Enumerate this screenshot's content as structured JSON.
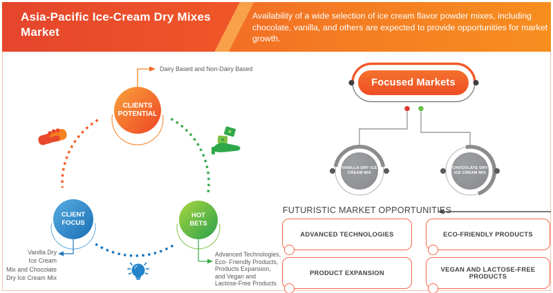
{
  "header": {
    "title": "Asia-Pacific Ice-Cream Dry Mixes Market",
    "subtitle": "Availability of a wide selection of ice cream flavor powder mixes, including chocolate, vanilla, and others are expected to provide opportunities for market growth."
  },
  "cycle": {
    "nodes": [
      {
        "line1": "CLIENTS",
        "line2": "POTENTIAL",
        "color": "#ee4424"
      },
      {
        "line1": "CLIENT",
        "line2": "FOCUS",
        "color": "#1a6fb5"
      },
      {
        "line1": "HOT",
        "line2": "BETS",
        "color": "#2aa04b"
      }
    ],
    "annotation_top": "Dairy Based and Non-Dairy Based",
    "annotation_left": [
      "Vanilla Dry",
      "Ice Cream",
      "Mix and Chocolate",
      "Dry Ice Cream Mix"
    ],
    "annotation_right": [
      "Advanced Technologies,",
      "Eco- Friendly Products,",
      "Products Expansion,",
      "and Vegan and",
      "Lactose-Free Products"
    ],
    "icons": [
      "handshake-icon",
      "money-in-hand-icon",
      "lightbulb-icon"
    ]
  },
  "focused_markets": {
    "title": "Focused Markets",
    "children": [
      {
        "line1": "VANILLA DRY ICE",
        "line2": "CREAM MIX"
      },
      {
        "line1": "CHOCOLATE DRY",
        "line2": "ICE CREAM MIX"
      }
    ]
  },
  "opportunities": {
    "heading": "FUTURISTIC MARKET OPPORTUNITIES",
    "items": [
      "ADVANCED TECHNOLOGIES",
      "ECO-FRIENDLY PRODUCTS",
      "PRODUCT EXPANSION",
      "VEGAN AND LACTOSE-FREE PRODUCTS"
    ]
  },
  "colors": {
    "orange_primary": "#f15a24",
    "orange_light": "#f58220",
    "blue": "#1b75bb",
    "green": "#39b54a",
    "gray_dark": "#58595b",
    "gray_circle": "#8b8d90",
    "box_border": "#f2694c"
  }
}
